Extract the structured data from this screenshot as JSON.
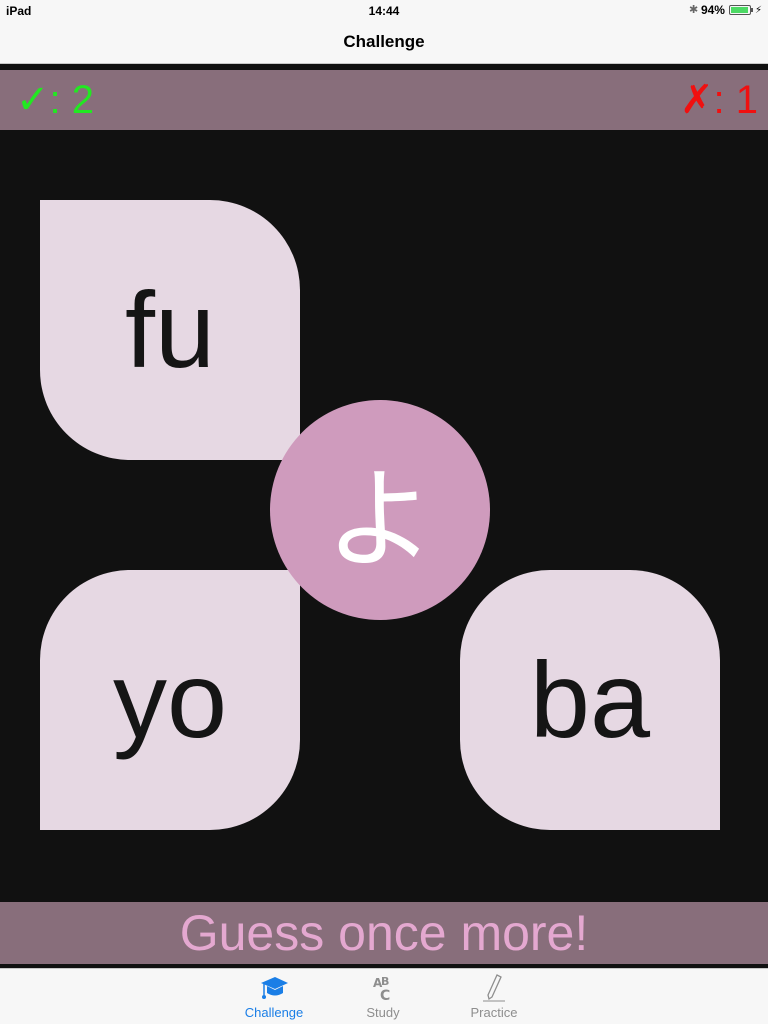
{
  "status_bar": {
    "device": "iPad",
    "time": "14:44",
    "battery": "94%",
    "battery_level": 0.94,
    "bluetooth_icon": "bluetooth-icon",
    "charging_icon": "charging-icon"
  },
  "nav": {
    "title": "Challenge"
  },
  "score": {
    "correct_label": "✓: 2",
    "wrong_label": "✗: 1",
    "correct_color": "#22e822",
    "wrong_color": "#f01010"
  },
  "quiz": {
    "kana": "よ",
    "options": [
      "fu",
      "yo",
      "ba"
    ]
  },
  "feedback": {
    "message": "Guess once more!"
  },
  "tabs": [
    {
      "label": "Challenge",
      "icon": "graduation-cap-icon",
      "active": true
    },
    {
      "label": "Study",
      "icon": "abc-blocks-icon",
      "active": false
    },
    {
      "label": "Practice",
      "icon": "pencil-icon",
      "active": false
    }
  ],
  "colors": {
    "accent": "#1a7ee6",
    "tile": "#e6d8e3",
    "kana_circle": "#cf9bbd",
    "bar": "#886e7b",
    "feedback_text": "#e4a8d0"
  }
}
